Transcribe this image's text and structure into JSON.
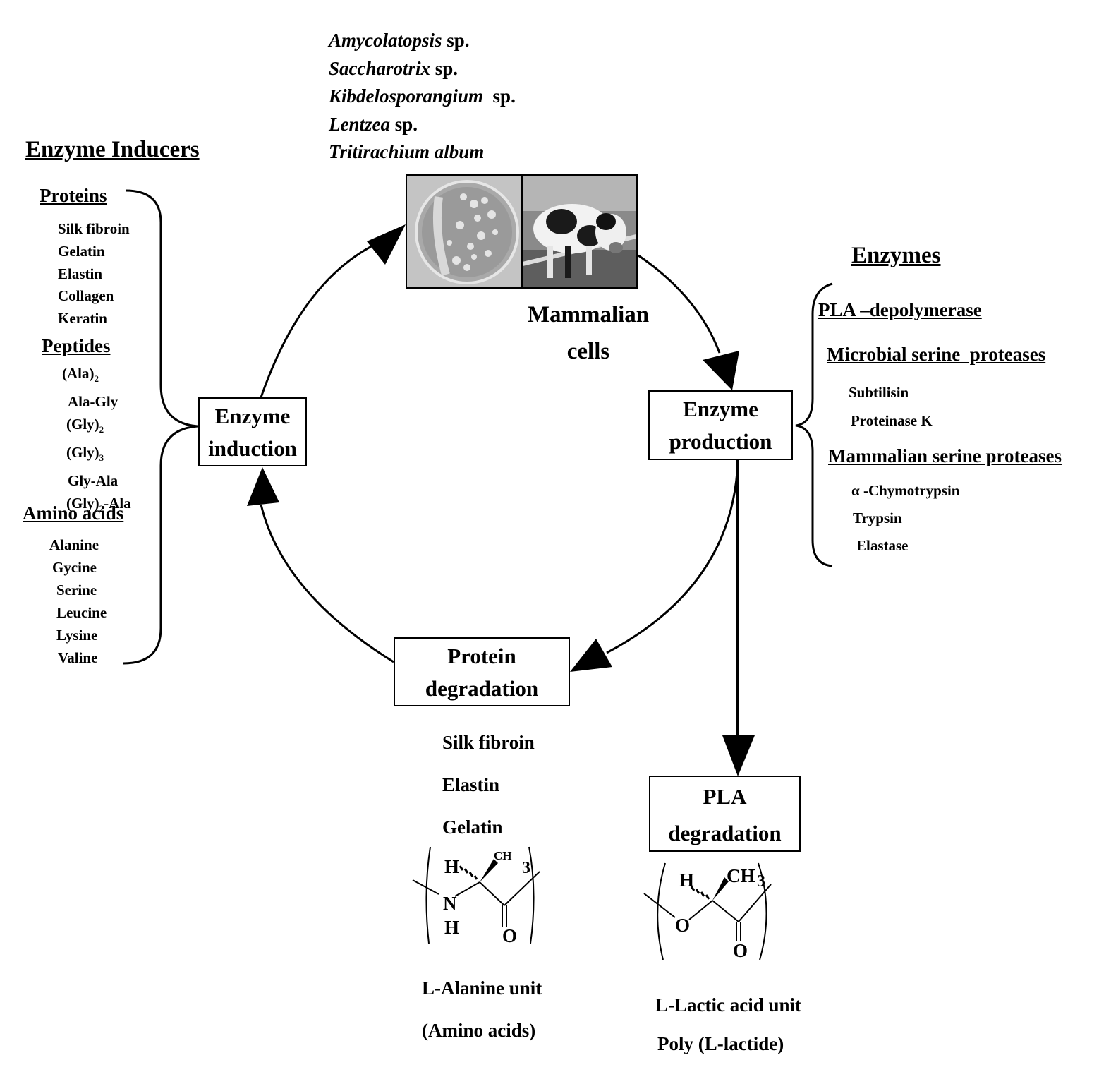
{
  "organisms": [
    {
      "name": "Amycolatopsis",
      "suffix": " sp."
    },
    {
      "name": "Saccharotrix",
      "suffix": " sp."
    },
    {
      "name": "Kibdelosporangium",
      "suffix": "  sp."
    },
    {
      "name": "Lentzea",
      "suffix": " sp."
    },
    {
      "name": "Tritirachium album",
      "suffix": ""
    }
  ],
  "inducers": {
    "title": "Enzyme Inducers",
    "proteins_title": "Proteins",
    "proteins": [
      "Silk fibroin",
      "Gelatin",
      "Elastin",
      "Collagen",
      "Keratin"
    ],
    "peptides_title": "Peptides",
    "peptides": [
      {
        "text": "(Ala)",
        "sub": "2",
        "after": ""
      },
      {
        "text": "Ala-Gly",
        "sub": "",
        "after": ""
      },
      {
        "text": "(Gly)",
        "sub": "2",
        "after": ""
      },
      {
        "text": "(Gly)",
        "sub": "3",
        "after": ""
      },
      {
        "text": "Gly-Ala",
        "sub": "",
        "after": ""
      },
      {
        "text": "(Gly)",
        "sub": "2",
        "after": "-Ala"
      }
    ],
    "amino_title": "Amino acids",
    "amino_acids": [
      "Alanine",
      "Gycine",
      "Serine",
      "Leucine",
      "Lysine",
      "Valine"
    ]
  },
  "mammalian_label": [
    "Mammalian",
    "cells"
  ],
  "boxes": {
    "induction": [
      "Enzyme",
      "induction"
    ],
    "production": [
      "Enzyme",
      "production"
    ],
    "protein_degradation": [
      "Protein",
      "degradation"
    ],
    "pla_degradation": [
      "PLA",
      "degradation"
    ]
  },
  "enzymes": {
    "title": "Enzymes",
    "pla_depolymerase": "PLA –depolymerase",
    "microbial_title": "Microbial serine  proteases",
    "microbial": [
      "Subtilisin",
      "Proteinase K"
    ],
    "mammalian_title": "Mammalian serine proteases",
    "mammalian": [
      "α -Chymotrypsin",
      "Trypsin",
      "Elastase"
    ]
  },
  "protein_substrates": [
    "Silk fibroin",
    "Elastin",
    "Gelatin"
  ],
  "alanine_structure": {
    "atoms": [
      "H",
      "CH",
      "3",
      "N",
      "H",
      "O"
    ]
  },
  "lactic_structure": {
    "atoms": [
      "H",
      "CH",
      "3",
      "O",
      "O"
    ]
  },
  "alanine_caption": [
    "L-Alanine unit",
    "(Amino acids)"
  ],
  "lactic_caption": [
    "L-Lactic acid unit",
    "Poly (L-lactide)"
  ],
  "images": [
    {
      "name": "petri-dish-photo",
      "description": "microbial culture plate"
    },
    {
      "name": "cow-photo",
      "description": "cow"
    }
  ],
  "colors": {
    "line": "#000000",
    "background": "#ffffff"
  }
}
